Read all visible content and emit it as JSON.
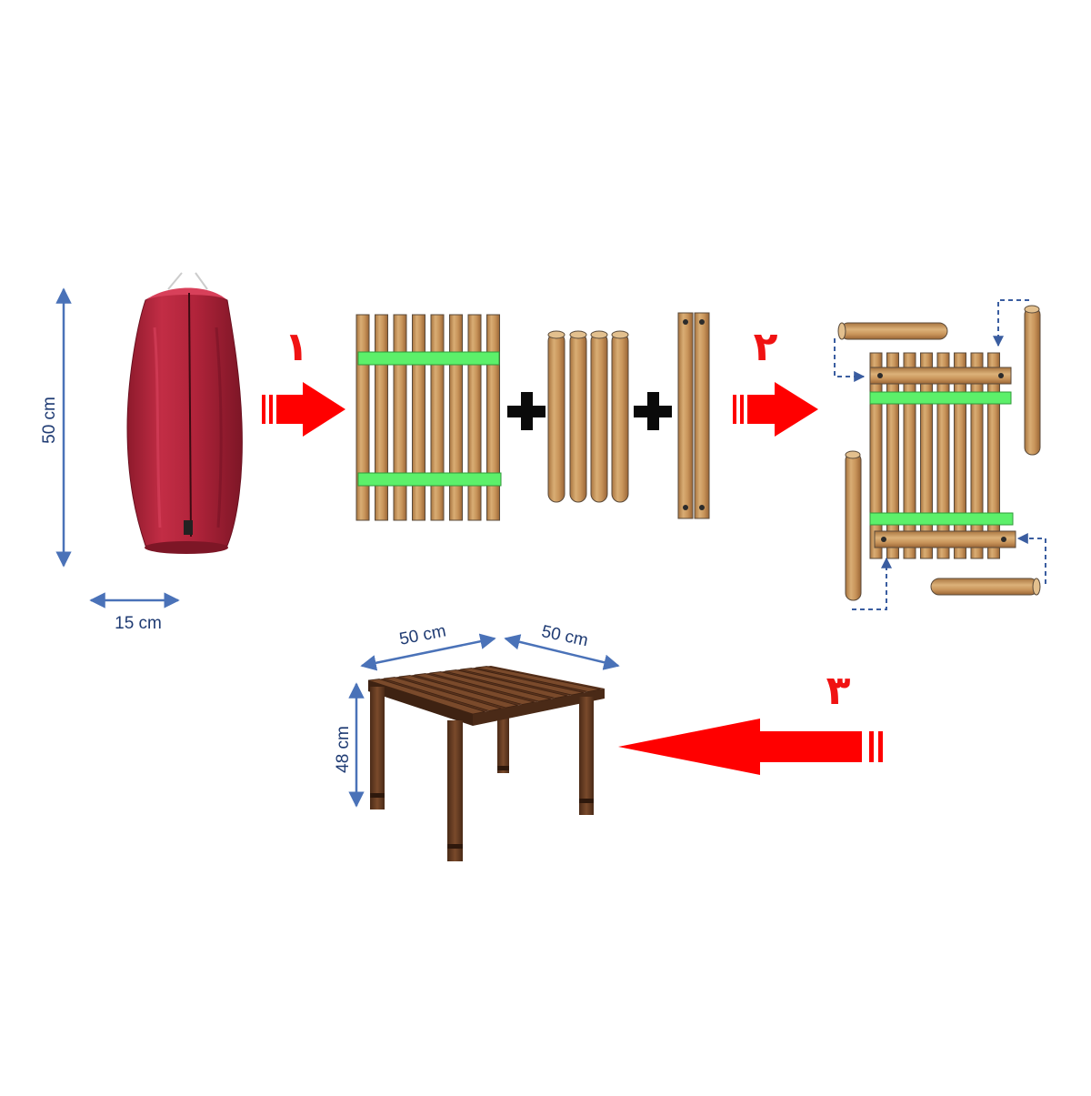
{
  "bag": {
    "height_label": "50 cm",
    "width_label": "15 cm",
    "color": "#b0233a"
  },
  "steps": {
    "step1": "١",
    "step2": "٢",
    "step3": "٣"
  },
  "table": {
    "width_label": "50 cm",
    "depth_label": "50 cm",
    "height_label": "48 cm"
  },
  "colors": {
    "arrow": "#ff0000",
    "strap": "#5cf06a",
    "wood_light": "#c89a62",
    "wood_dark": "#6e4126",
    "dimension_line": "#4a72b8",
    "plus": "#0a0a0a"
  }
}
